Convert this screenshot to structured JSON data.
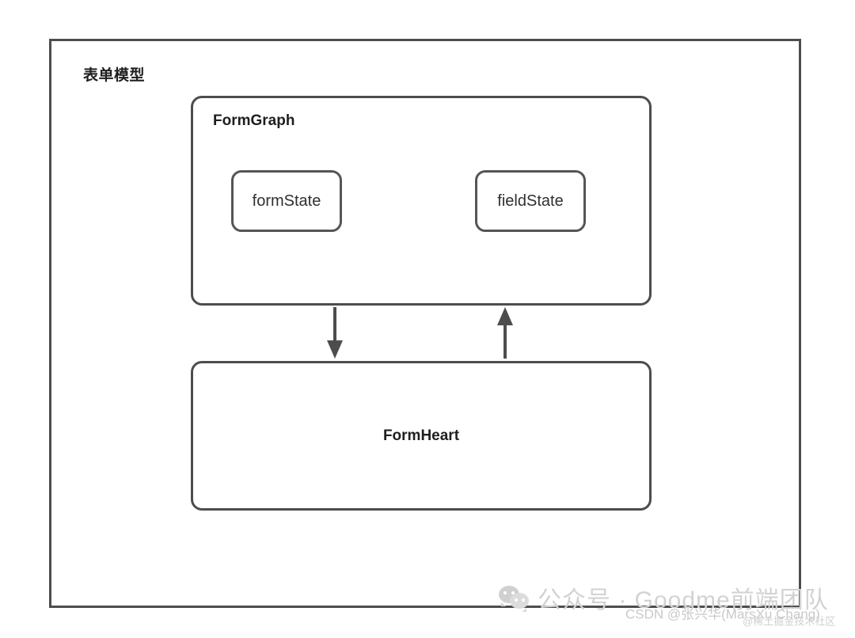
{
  "diagram": {
    "outer": {
      "title": "表单模型"
    },
    "groups": [
      {
        "id": "formgraph",
        "title": "FormGraph",
        "nodes": [
          {
            "id": "formState",
            "label": "formState"
          },
          {
            "id": "fieldState",
            "label": "fieldState"
          }
        ]
      },
      {
        "id": "formheart",
        "title": "FormHeart",
        "nodes": []
      }
    ],
    "connections": [
      {
        "id": "formgraph-to-formheart",
        "from": "FormGraph",
        "to": "FormHeart",
        "direction": "down",
        "arrow_icon": "arrow-down-icon"
      },
      {
        "id": "formheart-to-formgraph",
        "from": "FormHeart",
        "to": "FormGraph",
        "direction": "up",
        "arrow_icon": "arrow-up-icon"
      }
    ],
    "colors": {
      "stroke": "#4d4d4d",
      "node_stroke": "#555555",
      "text": "#1f1f1f",
      "node_text": "#303030",
      "background": "#ffffff",
      "watermark": "#d2d2d2"
    }
  },
  "watermark": {
    "wechat_icon": "wechat-icon",
    "account_line": "公众号 · Goodme前端团队",
    "csdn_line": "CSDN @张兴华(MarsXu Chang)",
    "juejin_line": "@稀土掘金技术社区"
  }
}
